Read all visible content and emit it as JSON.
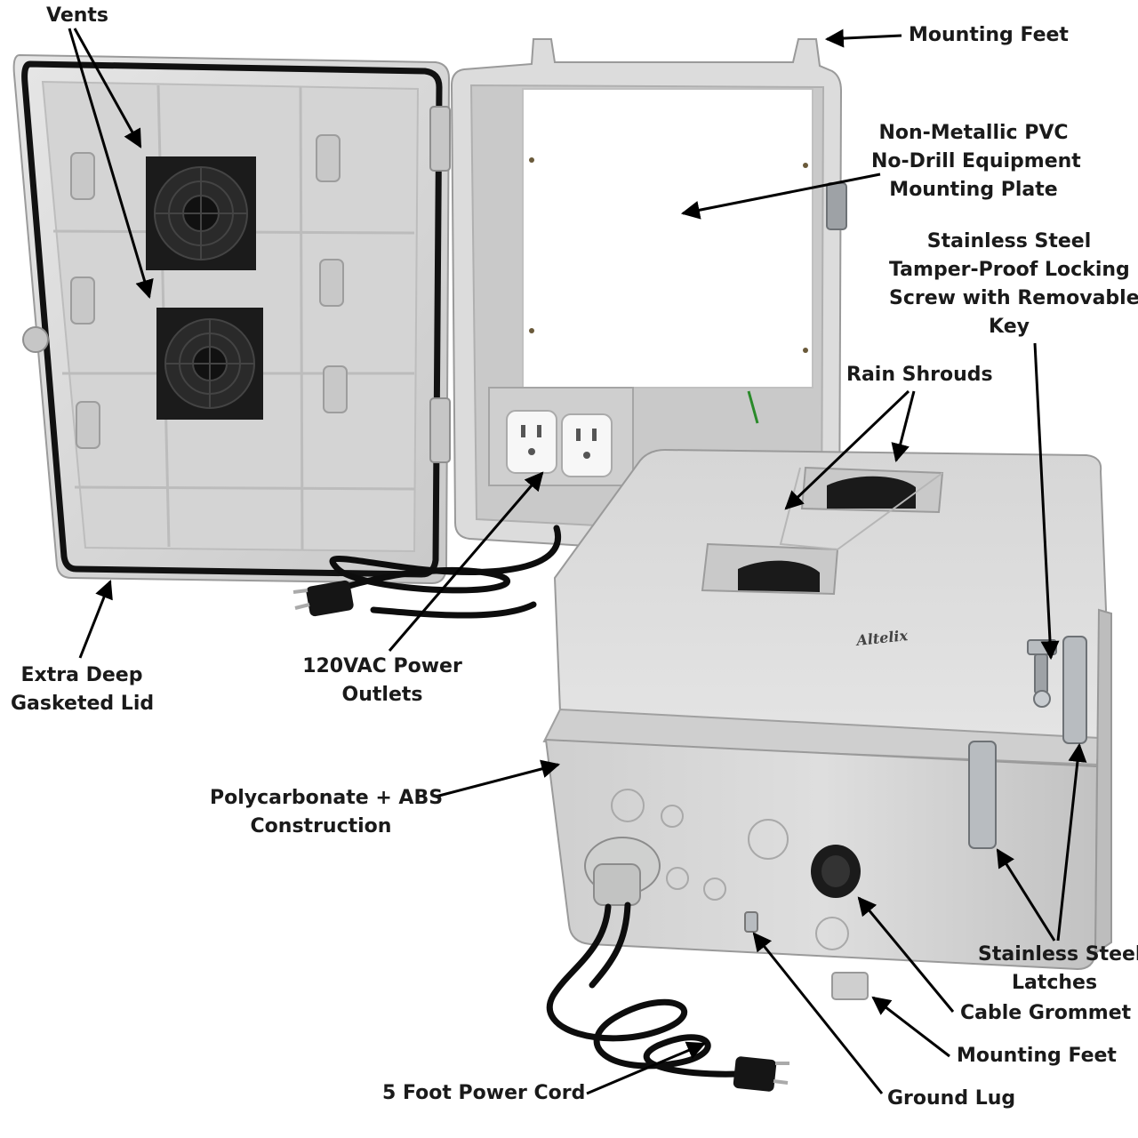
{
  "labels": {
    "vents": "Vents",
    "mounting_feet_top": "Mounting Feet",
    "plate": [
      "Non-Metallic PVC",
      "No-Drill Equipment",
      "Mounting Plate"
    ],
    "locking_screw": [
      "Stainless Steel",
      "Tamper-Proof Locking",
      "Screw with Removable",
      "Key"
    ],
    "rain_shrouds": "Rain Shrouds",
    "lid": [
      "Extra Deep",
      "Gasketed Lid"
    ],
    "outlets": [
      "120VAC Power",
      "Outlets"
    ],
    "construction": [
      "Polycarbonate + ABS",
      "Construction"
    ],
    "latches": [
      "Stainless Steel",
      "Latches"
    ],
    "grommet": "Cable Grommet",
    "mounting_feet_bottom": "Mounting Feet",
    "ground_lug": "Ground Lug",
    "power_cord": "5 Foot Power Cord"
  },
  "logo_text": "Altelix",
  "colors": {
    "enclosure": "#d9d9d9",
    "enclosure_shade": "#c4c4c4",
    "enclosure_dark": "#a9a9a9",
    "gasket": "#111111",
    "fan": "#1b1b1b",
    "plate": "#ffffff",
    "cord": "#0d0d0d",
    "steel": "#b8bcc0",
    "label_text": "#1a1a1a"
  }
}
